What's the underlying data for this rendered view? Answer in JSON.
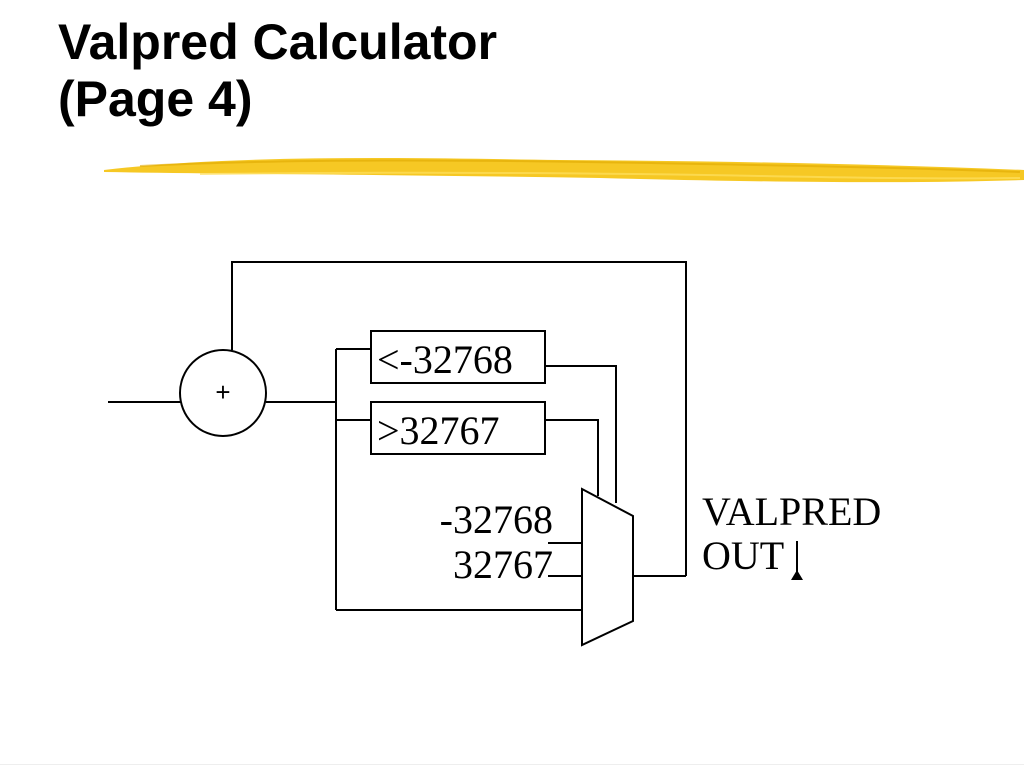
{
  "slide": {
    "title_line1": "Valpred Calculator",
    "title_line2": "(Page 4)",
    "accent_color": "#f5c518"
  },
  "diagram": {
    "adder_symbol": "+",
    "compare_low_label": "<-32768",
    "compare_high_label": ">32767",
    "mux_input_min": "-32768",
    "mux_input_max": "32767",
    "output_label_line1": "VALPRED",
    "output_label_line2": "OUT"
  }
}
